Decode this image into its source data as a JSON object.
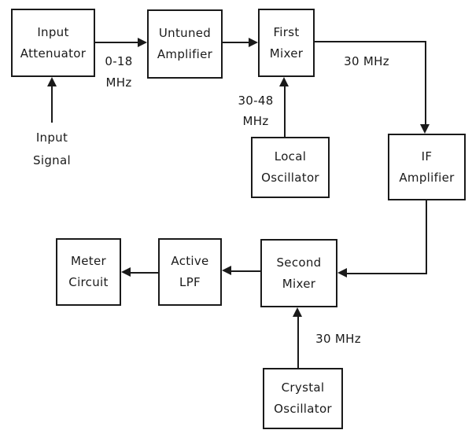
{
  "diagram": {
    "type": "block-diagram",
    "subject": "superheterodyne receiver signal chain",
    "colors": {
      "line": "#1a1a1a",
      "text": "#1a1a1a",
      "background": "#ffffff"
    },
    "nodes": [
      {
        "id": "input-attenuator",
        "line1": "Input",
        "line2": "Attenuator"
      },
      {
        "id": "untuned-amplifier",
        "line1": "Untuned",
        "line2": "Amplifier"
      },
      {
        "id": "first-mixer",
        "line1": "First",
        "line2": "Mixer"
      },
      {
        "id": "local-oscillator",
        "line1": "Local",
        "line2": "Oscillator"
      },
      {
        "id": "if-amplifier",
        "line1": "IF",
        "line2": "Amplifier"
      },
      {
        "id": "second-mixer",
        "line1": "Second",
        "line2": "Mixer"
      },
      {
        "id": "active-lpf",
        "line1": "Active",
        "line2": "LPF"
      },
      {
        "id": "meter-circuit",
        "line1": "Meter",
        "line2": "Circuit"
      },
      {
        "id": "crystal-oscillator",
        "line1": "Crystal",
        "line2": "Oscillator"
      }
    ],
    "edges": [
      {
        "from": "input-signal",
        "to": "input-attenuator",
        "label": ""
      },
      {
        "from": "input-attenuator",
        "to": "untuned-amplifier",
        "label": "0-18 MHz"
      },
      {
        "from": "untuned-amplifier",
        "to": "first-mixer",
        "label": ""
      },
      {
        "from": "local-oscillator",
        "to": "first-mixer",
        "label": "30-48 MHz"
      },
      {
        "from": "first-mixer",
        "to": "if-amplifier",
        "label": "30 MHz"
      },
      {
        "from": "if-amplifier",
        "to": "second-mixer",
        "label": ""
      },
      {
        "from": "crystal-oscillator",
        "to": "second-mixer",
        "label": "30 MHz"
      },
      {
        "from": "second-mixer",
        "to": "active-lpf",
        "label": ""
      },
      {
        "from": "active-lpf",
        "to": "meter-circuit",
        "label": ""
      }
    ]
  },
  "labels": {
    "band_0_18": {
      "line1": "0-18",
      "line2": "MHz"
    },
    "band_30_48": {
      "line1": "30-48",
      "line2": "MHz"
    },
    "if_30mhz_top": "30 MHz",
    "if_30mhz_bottom": "30 MHz",
    "input_signal": {
      "line1": "Input",
      "line2": "Signal"
    }
  }
}
